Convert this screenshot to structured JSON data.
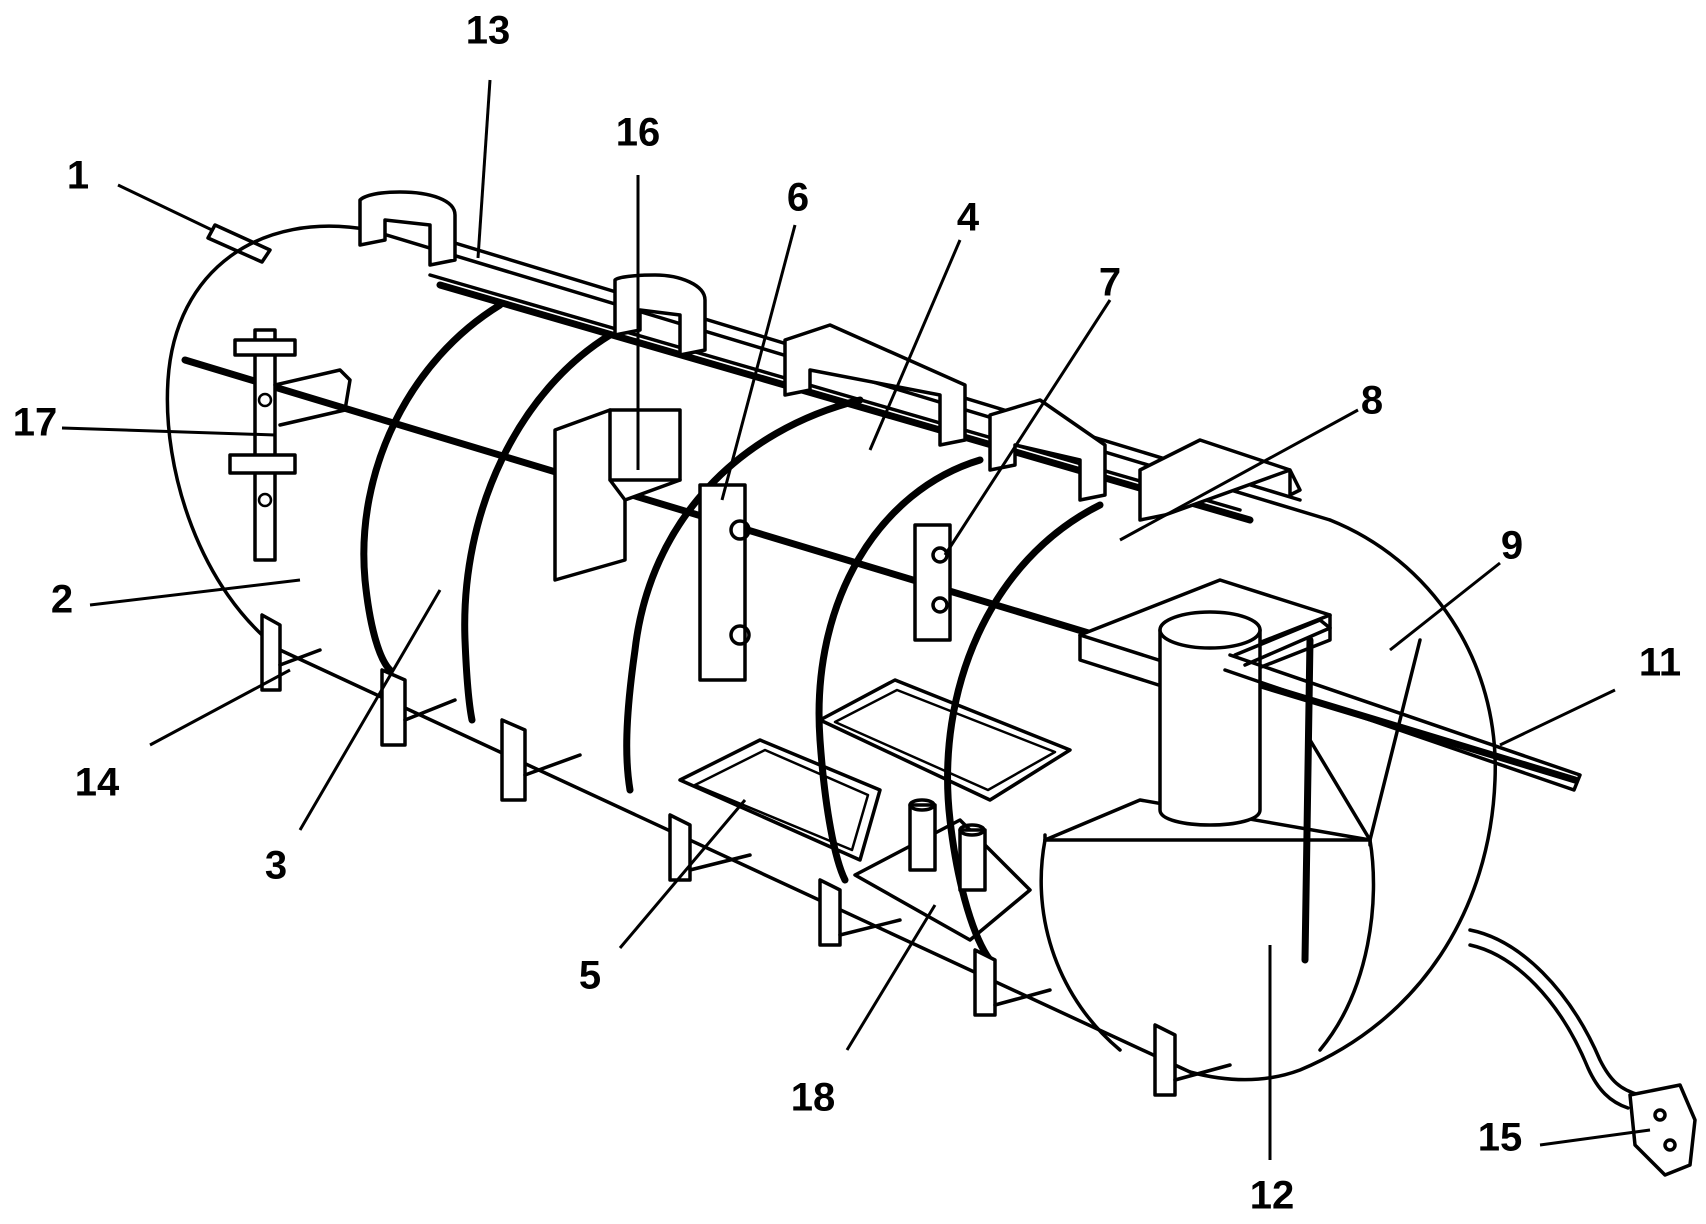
{
  "labels": {
    "l1": "1",
    "l2": "2",
    "l3": "3",
    "l4": "4",
    "l5": "5",
    "l6": "6",
    "l7": "7",
    "l8": "8",
    "l9": "9",
    "l11": "11",
    "l12": "12",
    "l13": "13",
    "l14": "14",
    "l15": "15",
    "l16": "16",
    "l17": "17",
    "l18": "18"
  }
}
